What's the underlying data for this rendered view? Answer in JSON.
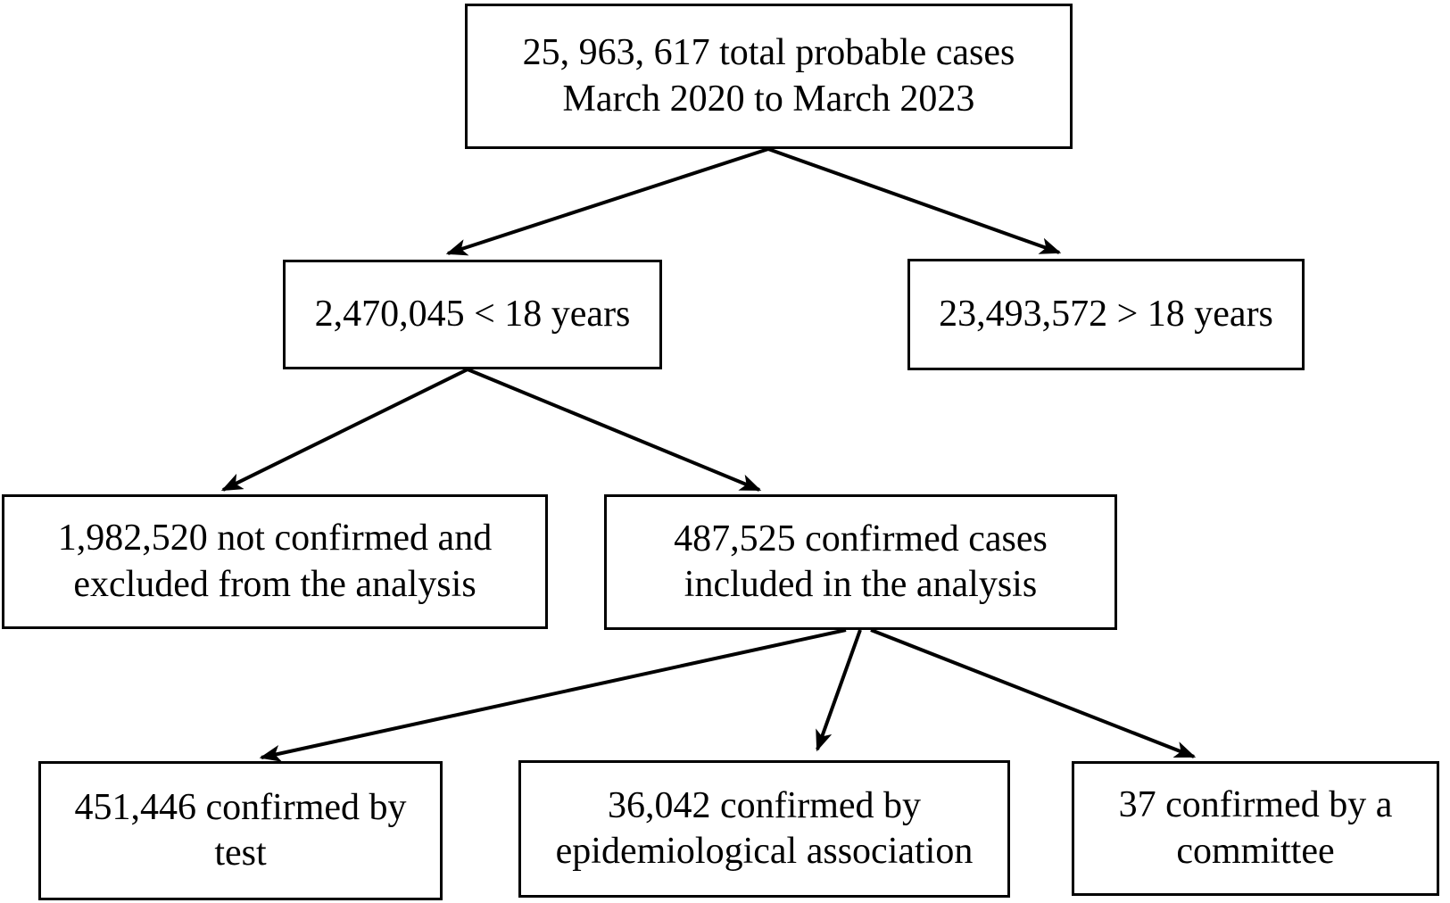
{
  "figure": {
    "type": "flowchart",
    "background_color": "#ffffff",
    "text_color": "#000000",
    "line_color": "#000000",
    "nodes": {
      "total": {
        "label": "25, 963, 617 total probable cases\nMarch 2020 to March 2023"
      },
      "under18": {
        "label": "2,470,045 < 18 years"
      },
      "over18": {
        "label": "23,493,572 > 18 years"
      },
      "excluded": {
        "label": "1,982,520 not confirmed and\nexcluded from the analysis"
      },
      "included": {
        "label": "487,525 confirmed cases\nincluded in the analysis"
      },
      "by_test": {
        "label": "451,446 confirmed by\ntest"
      },
      "by_epi": {
        "label": "36,042 confirmed by\nepidemiological association"
      },
      "by_committee": {
        "label": "37 confirmed by a\ncommittee"
      }
    },
    "edges": [
      {
        "from": "total",
        "to": "under18"
      },
      {
        "from": "total",
        "to": "over18"
      },
      {
        "from": "under18",
        "to": "excluded"
      },
      {
        "from": "under18",
        "to": "included"
      },
      {
        "from": "included",
        "to": "by_test"
      },
      {
        "from": "included",
        "to": "by_epi"
      },
      {
        "from": "included",
        "to": "by_committee"
      }
    ]
  }
}
